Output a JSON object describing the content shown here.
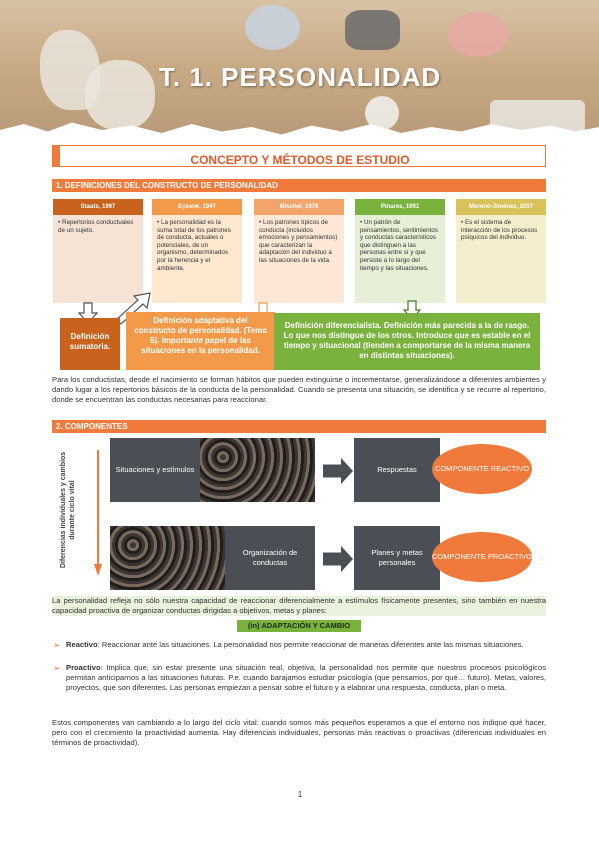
{
  "header": {
    "title": "T. 1. PERSONALIDAD"
  },
  "concept_title": "CONCEPTO Y MÉTODOS DE ESTUDIO",
  "section1": "1. DEFINICIONES DEL CONSTRUCTO DE PERSONALIDAD",
  "authors": [
    {
      "head": "Staats, 1997",
      "body": "• Repertorios conductuales de un sujeto."
    },
    {
      "head": "Eysenk, 1947",
      "body": "• La personalidad es la suma total de los patrones de conducta, actuales o potenciales, de un organismo, determinados por la herencia y el ambiente."
    },
    {
      "head": "Mischel, 1976",
      "body": "• Los patrones típicos de conducta (incluidos emociones y pensamientos) que caracterizan la adaptación del individuo a las situaciones de la vida."
    },
    {
      "head": "Pinares, 1991",
      "body": "• Un patrón de pensamientos, sentimientos y conductas característicos que distinguen a las personas entre sí y que persiste a lo largo del tiempo y las situaciones."
    },
    {
      "head": "Moreno-Jiménez, 2007",
      "body": "• Es el sistema de interacción de los procesos psíquicos del individuo."
    }
  ],
  "defs": {
    "sumatoria": "Definición sumatoria.",
    "adaptativa": "Definición adaptativa del constructo de personalidad. (Tema 5). Importante papel de las situaciones en la personalidad.",
    "diferencialista": "Definición diferencialista. Definición más parecida a la de rasgo. Lo que nos distingue de los otros. Introduce que es estable en el tiempo y situacional (tienden a comportarse de la misma manera en distintas situaciones)."
  },
  "para1": "Para los conductistas, desde el nacimiento se forman hábitos que pueden extinguirse o incrementarse, generalizándose a diferentes ambientes y dando lugar a los repertorios básicos de la conducta de la personalidad. Cuando se presenta una situación, se identifica y se recurre al repertorio, donde se encuentran las conductas necesarias para reaccionar.",
  "section2": "2. COMPONENTES",
  "diagram": {
    "side_label": "Diferencias individuales y cambios durante ciclo vital",
    "situaciones": "Situaciones y estímulos",
    "respuestas": "Respuestas",
    "reactivo": "COMPONENTE REACTIVO",
    "organizacion": "Organización de conductas",
    "planes": "Planes y metas personales",
    "proactivo": "COMPONENTE PROACTIVO"
  },
  "para2": "La personalidad refleja no sólo nuestra capacidad de reaccionar diferencialmente a estímulos físicamente presentes, sino también en nuestra capacidad proactiva de organizar conductas dirigidas a objetivos, metas y planes:",
  "adaptacion": "(in) ADAPTACIÓN Y CAMBIO",
  "bullets": [
    {
      "term": "Reactivo",
      "text": ": Reaccionar ante las situaciones. La personalidad nos permite reaccionar de maneras diferentes ante las mismas situaciones."
    },
    {
      "term": "Proactivo",
      "text": ": Implica que, sin estar presente una situación real, objetiva, la personalidad nos permite que nuestros procesos psicológicos permitan anticiparnos a las situaciones futuras. P.e. cuando barajamos estudiar psicología (que pensamos, por qué… futuro). Metas, valores, proyectos, que son diferentes. Las personas empiezan a pensar sobre el futuro y a elaborar una respuesta, conducta, plan o meta."
    }
  ],
  "para3": "Estos componentes van cambiando a lo largo del ciclo vital: cuando somos más pequeños esperamos a que el entorno nos indique qué hacer, pero con el crecimiento la proactividad aumenta. Hay diferencias individuales, personas más reactivas o proactivas (diferencias individuales en términos de proactividad).",
  "page_number": "1",
  "colors": {
    "accent": "#f07a3c",
    "dark_orange": "#c8621c",
    "green": "#79b33d",
    "box_gray": "#4a4f55"
  }
}
